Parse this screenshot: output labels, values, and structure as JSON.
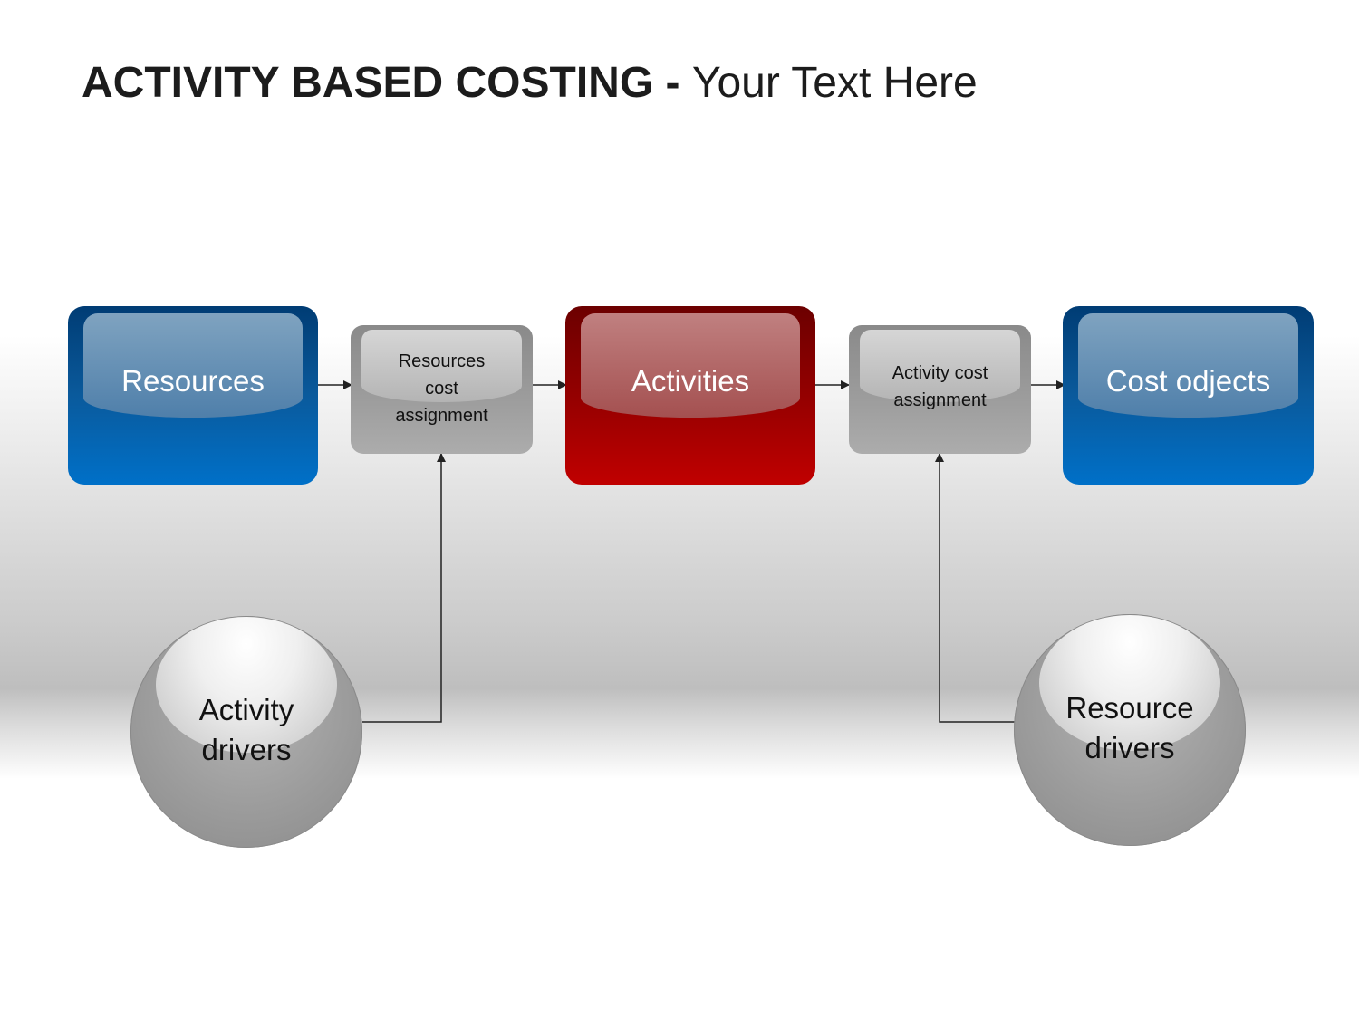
{
  "title": {
    "bold": "ACTIVITY BASED COSTING -",
    "light": "Your Text Here"
  },
  "nodes": {
    "resources": "Resources",
    "resources_cost_assignment": [
      "Resources",
      "cost",
      "assignment"
    ],
    "activities": "Activities",
    "activity_cost_assignment": [
      "Activity cost",
      "assignment"
    ],
    "cost_objects": "Cost odjects",
    "activity_drivers": [
      "Activity",
      "drivers"
    ],
    "resource_drivers": [
      "Resource",
      "drivers"
    ]
  },
  "colors": {
    "blue": "#0a5a9c",
    "red": "#980000",
    "gray": "#9a9a9a",
    "connector": "#222222"
  }
}
